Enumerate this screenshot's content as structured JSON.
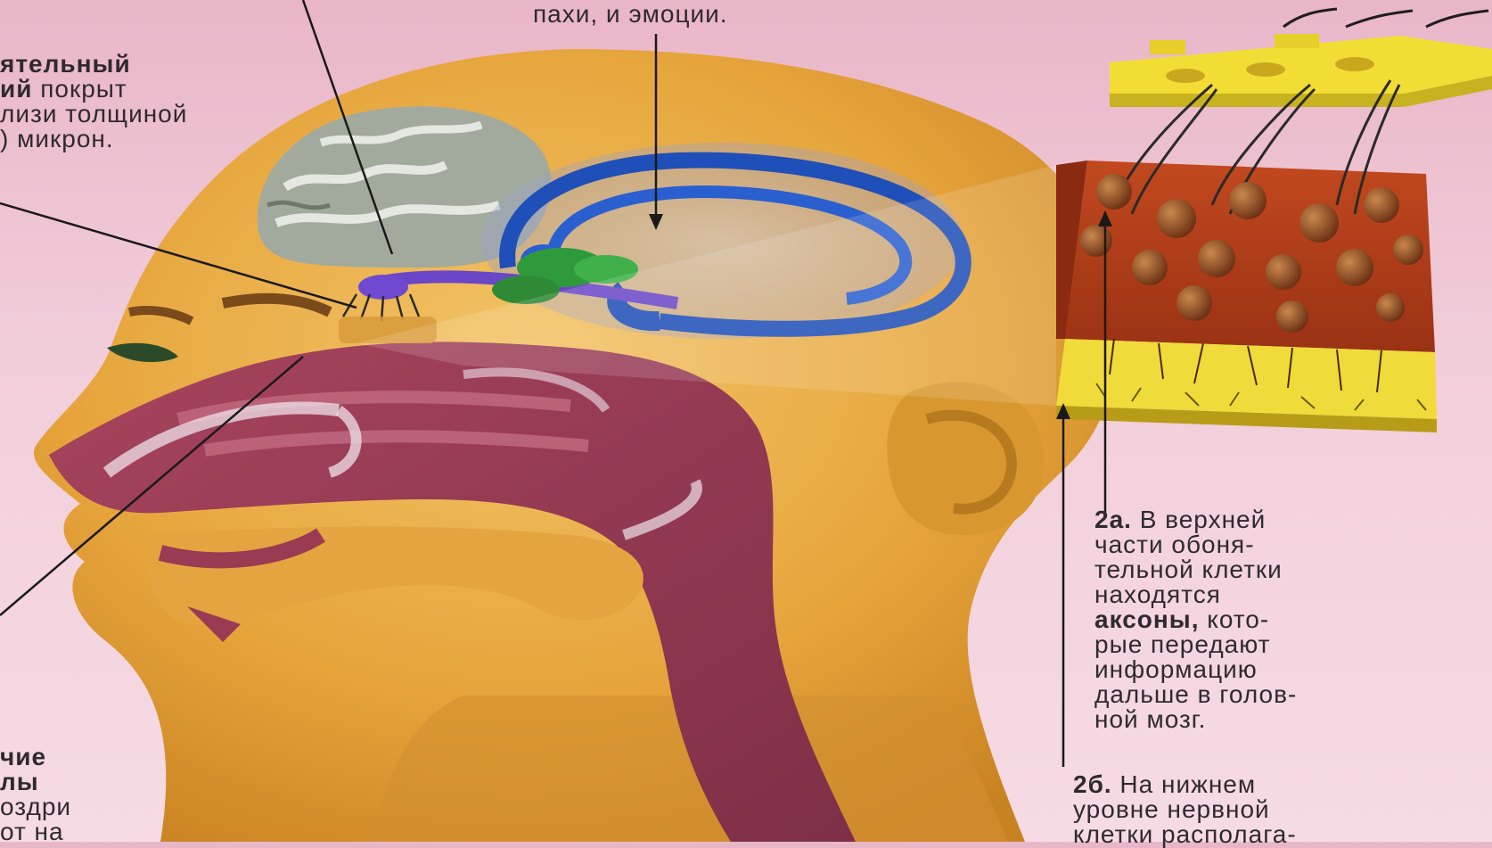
{
  "top_caption": "пахи, и эмоции.",
  "note_mucus": {
    "line1_bold": "ятельный",
    "line2_bold": "ий",
    "line2_rest": " покрыт",
    "line3": "лизи толщиной",
    "line4": ") микрон."
  },
  "note_left_bottom": {
    "line1_bold": "чие",
    "line2_bold": "лы",
    "line3": "оздри",
    "line4": "от на"
  },
  "note_2a": {
    "num": "2а.",
    "l1_rest": " В верхней",
    "l2": "части обоня-",
    "l3": "тельной клетки",
    "l4": "находятся",
    "l5_bold": "аксоны,",
    "l5_rest": " кото-",
    "l6": "рые передают",
    "l7": "информацию",
    "l8": "дальше в голов-",
    "l9": "ной мозг."
  },
  "note_2b": {
    "num": "2б.",
    "l1_rest": " На нижнем",
    "l2": "уровне нервной",
    "l3": "клетки располага-"
  },
  "colors": {
    "background": "#efc4d3",
    "skin": "#e7a941",
    "nasal_cavity": "#8f3a52",
    "limbic_blue": "#1f4fb8",
    "limbic_green": "#2f9a3c",
    "olfactory_bulb": "#6a46c8",
    "brain_gray": "#9fa89d",
    "epithelium_yellow": "#f3dd34",
    "cell_tissue": "#b8401c"
  },
  "icons": [
    "head-anatomy",
    "brain-lobe",
    "limbic-system",
    "olfactory-bulb",
    "nasal-cavity",
    "olfactory-epithelium-block"
  ]
}
